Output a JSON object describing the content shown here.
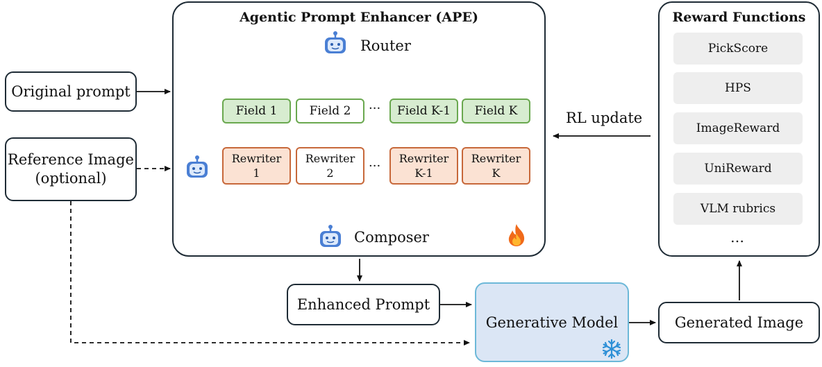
{
  "ape": {
    "title": "Agentic Prompt Enhancer (APE)",
    "router_label": "Router",
    "composer_label": "Composer",
    "fields": [
      "Field 1",
      "Field 2",
      "Field K-1",
      "Field K"
    ],
    "rewriters": [
      [
        "Rewriter",
        "1"
      ],
      [
        "Rewriter",
        "2"
      ],
      [
        "Rewriter",
        "K-1"
      ],
      [
        "Rewriter",
        "K"
      ]
    ],
    "ellipsis": "···"
  },
  "inputs": {
    "original_prompt": "Original prompt",
    "reference_image_line1": "Reference Image",
    "reference_image_line2": "(optional)"
  },
  "enhanced_prompt": "Enhanced Prompt",
  "generative_model": "Generative Model",
  "generated_image": "Generated Image",
  "rl_update": "RL update",
  "reward": {
    "title": "Reward Functions",
    "items": [
      "PickScore",
      "HPS",
      "ImageReward",
      "UniReward",
      "VLM rubrics"
    ],
    "more": "…"
  },
  "icons": {
    "agent": "robot-icon",
    "trainable": "flame-icon",
    "frozen": "snowflake-icon"
  },
  "colors": {
    "field_fill": "#d7ecd0",
    "field_border": "#6aa84f",
    "rewriter_fill": "#fbe2d3",
    "rewriter_border": "#c7683a",
    "generative_fill": "#dbe6f5",
    "generative_border": "#6cb8d8",
    "robot": "#4a7fd4"
  }
}
